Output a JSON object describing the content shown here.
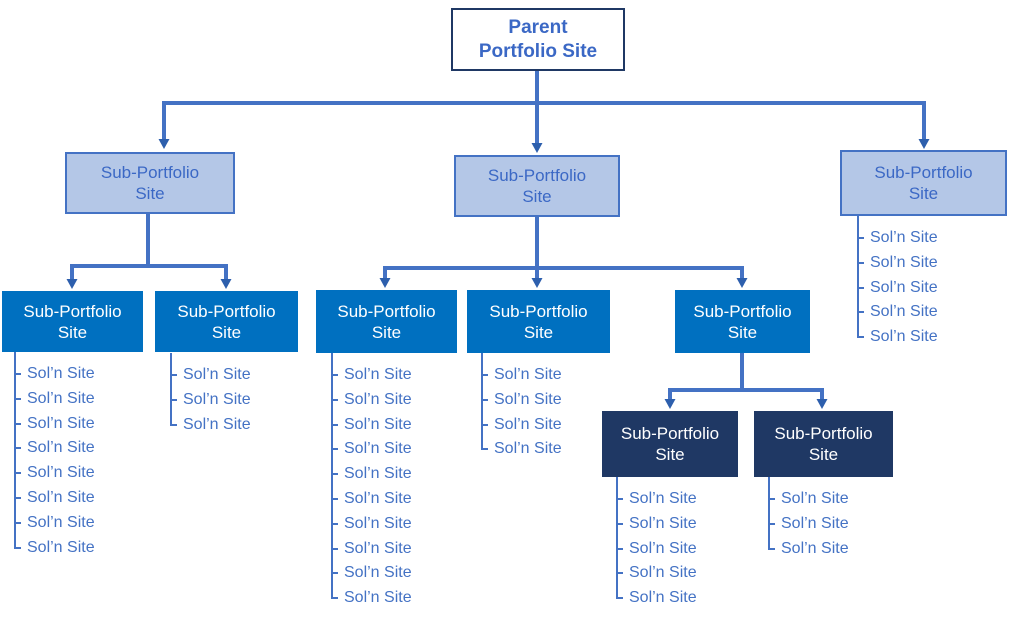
{
  "diagram": {
    "colors": {
      "connector_line": "#4472c4",
      "arrowhead": "#2d5fad",
      "light_box_fill": "#b4c7e7",
      "light_box_border": "#4472c4",
      "solid_box_fill": "#0070c0",
      "dark_box_fill": "#1f3864",
      "parent_box_border": "#1f3864",
      "blue_text": "#3b68c5",
      "list_text": "#4472c4",
      "white_text": "#ffffff"
    },
    "nodes": {
      "parent": {
        "label": "Parent Portfolio Site"
      },
      "sub_left": {
        "label": "Sub-Portfolio Site"
      },
      "sub_mid": {
        "label": "Sub-Portfolio Site"
      },
      "sub_right": {
        "label": "Sub-Portfolio Site"
      },
      "left_child_1": {
        "label": "Sub-Portfolio Site"
      },
      "left_child_2": {
        "label": "Sub-Portfolio Site"
      },
      "mid_child_1": {
        "label": "Sub-Portfolio Site"
      },
      "mid_child_2": {
        "label": "Sub-Portfolio Site"
      },
      "mid_child_3": {
        "label": "Sub-Portfolio Site"
      },
      "dark_child_1": {
        "label": "Sub-Portfolio Site"
      },
      "dark_child_2": {
        "label": "Sub-Portfolio Site"
      }
    },
    "lists": {
      "left_child_1": [
        "Sol’n Site",
        "Sol’n Site",
        "Sol’n Site",
        "Sol’n Site",
        "Sol’n Site",
        "Sol’n Site",
        "Sol’n Site",
        "Sol’n Site"
      ],
      "left_child_2": [
        "Sol’n Site",
        "Sol’n Site",
        "Sol’n Site"
      ],
      "mid_child_1": [
        "Sol’n Site",
        "Sol’n Site",
        "Sol’n Site",
        "Sol’n Site",
        "Sol’n Site",
        "Sol’n Site",
        "Sol’n Site",
        "Sol’n Site",
        "Sol’n Site",
        "Sol’n Site"
      ],
      "mid_child_2": [
        "Sol’n Site",
        "Sol’n Site",
        "Sol’n Site",
        "Sol’n Site"
      ],
      "dark_child_1": [
        "Sol’n Site",
        "Sol’n Site",
        "Sol’n Site",
        "Sol’n Site",
        "Sol’n Site"
      ],
      "dark_child_2": [
        "Sol’n Site",
        "Sol’n Site",
        "Sol’n Site"
      ],
      "sub_right": [
        "Sol’n Site",
        "Sol’n Site",
        "Sol’n Site",
        "Sol’n Site",
        "Sol’n Site"
      ]
    }
  }
}
